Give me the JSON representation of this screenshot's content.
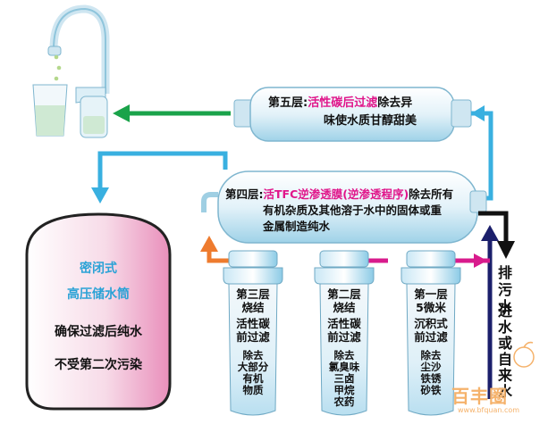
{
  "layer5": {
    "prefix": "第五层:",
    "name": "活性碳后过滤",
    "desc_line1": "除去异",
    "desc_line2": "味使水质甘醇甜美"
  },
  "layer4": {
    "prefix": "第四层:",
    "name": "活TFC逆渗透膜(逆渗透程序)",
    "desc_line1": "除去所有",
    "desc_line2": "有机杂质及其他溶于水中的固体或重",
    "desc_line3": "金属制造纯水"
  },
  "tank": {
    "line1": "密闭式",
    "line2": "高压储水筒",
    "line3": "确保过滤后纯水",
    "line4": "不受第二次污染"
  },
  "filters": [
    {
      "layer": "第三层",
      "material": "烧结",
      "type1": "活性碳",
      "type2": "前过滤",
      "removes": [
        "除去",
        "大部分",
        "有机",
        "物质"
      ]
    },
    {
      "layer": "第二层",
      "material": "烧结",
      "type1": "活性碳",
      "type2": "前过滤",
      "removes": [
        "除去",
        "氯臭味",
        "三卤",
        "甲烷",
        "农药"
      ]
    },
    {
      "layer": "第一层",
      "material": "5微米",
      "type1": "沉积式",
      "type2": "前过滤",
      "removes": [
        "除去",
        "尘沙",
        "铁锈",
        "砂铁"
      ]
    }
  ],
  "drain": "排污水",
  "inlet": "进水或自来水",
  "watermark": {
    "text": "百丰圈",
    "url": "www.bfquan.com"
  },
  "colors": {
    "green": "#1aa34a",
    "blue": "#39b0e0",
    "orange": "#ee7b2e",
    "magenta": "#d81b8c",
    "black": "#111111",
    "pink": "#e0158a"
  }
}
